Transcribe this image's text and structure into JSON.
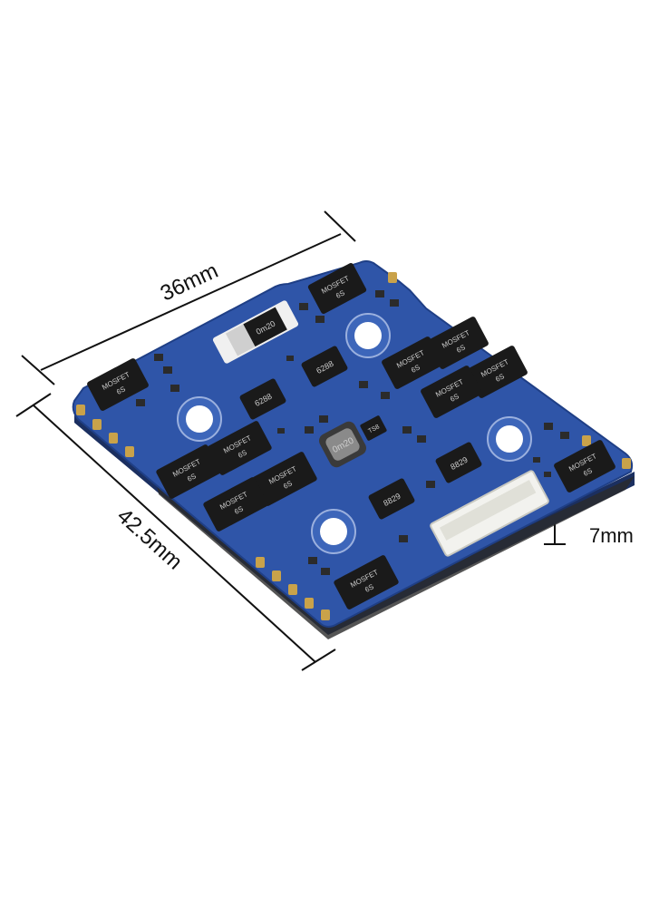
{
  "dimensions": {
    "width_label": "36mm",
    "length_label": "42.5mm",
    "height_label": "7mm"
  },
  "board": {
    "pcb_color": "#2f55a8",
    "pcb_edge_color": "#1f3f86",
    "pad_color": "#c9a24a",
    "chip_color": "#1a1a1a",
    "connector_color": "#f2f2ee",
    "chip_markings": {
      "mosfet": "MOSFET",
      "voltage": "6S",
      "driver_a": "6288",
      "driver_b": "8829",
      "inductor": "0m20",
      "regulator": "TS8"
    }
  }
}
